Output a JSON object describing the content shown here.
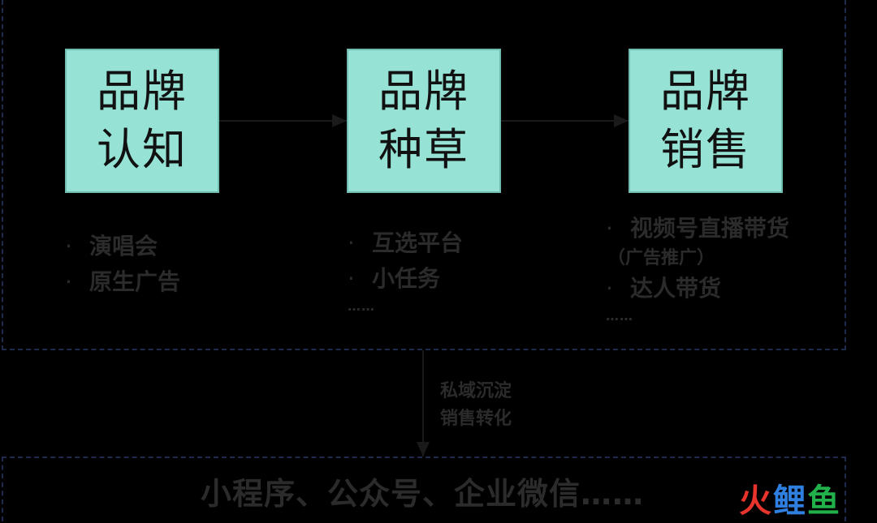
{
  "stages": [
    {
      "line1": "品牌",
      "line2": "认知"
    },
    {
      "line1": "品牌",
      "line2": "种草"
    },
    {
      "line1": "品牌",
      "line2": "销售"
    }
  ],
  "bullets": {
    "awareness": {
      "items": [
        "演唱会",
        "原生广告"
      ]
    },
    "seeding": {
      "items": [
        "互选平台",
        "小任务"
      ],
      "more": "……"
    },
    "sales": {
      "item1": "视频号直播带货",
      "item1_sub": "（广告推广）",
      "item2": "达人带货",
      "more": "……"
    }
  },
  "transition": {
    "line1": "私域沉淀",
    "line2": "销售转化"
  },
  "channels": "小程序、公众号、企业微信……",
  "logo": {
    "part1": "火",
    "part2": "鲤",
    "part3": "鱼"
  },
  "colors": {
    "box_fill": "#96e3d6",
    "frame": "#1f2a4d",
    "text": "#2b2b2b"
  }
}
